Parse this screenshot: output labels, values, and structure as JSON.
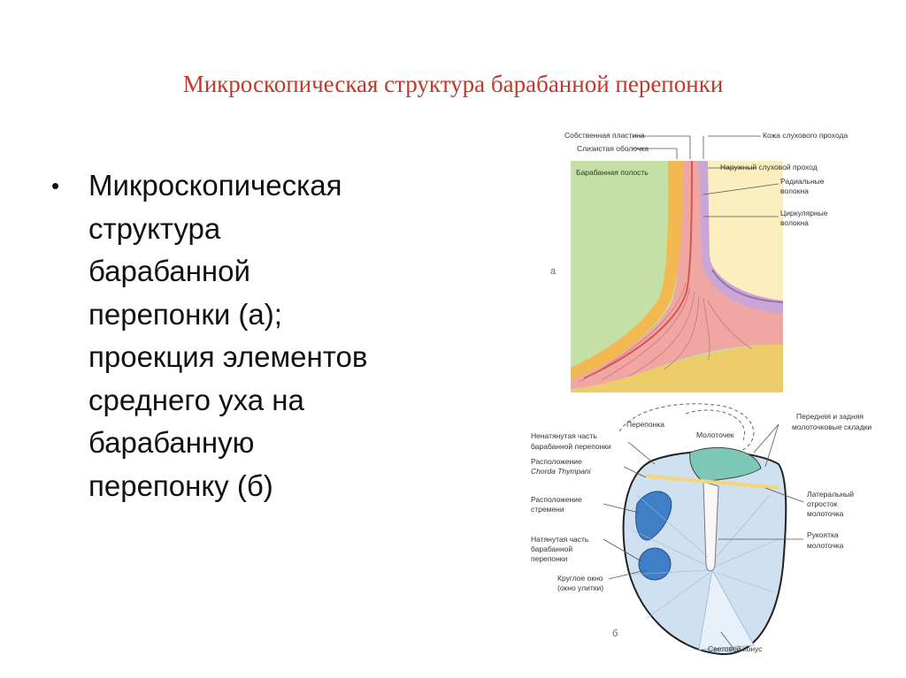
{
  "title": "Микроскопическая структура барабанной перепонки",
  "bullet": {
    "marker": "•",
    "lines": [
      "Микроскопическая",
      "структура",
      "барабанной",
      "перепонки (а);",
      "проекция элементов",
      "среднего уха на",
      "барабанную",
      "перепонку (б)"
    ]
  },
  "figure_a": {
    "letter": "а",
    "labels": {
      "own_plate": "Собственная пластина",
      "mucosa": "Слизистая оболочка",
      "tympanic_cavity": "Барабанная полость",
      "ear_canal_skin": "Кожа слухового прохода",
      "external_canal": "Наружный слуховой проход",
      "radial_1": "Радиальные",
      "radial_2": "волокна",
      "circular_1": "Циркулярные",
      "circular_2": "волокна"
    }
  },
  "figure_b": {
    "letter": "б",
    "labels": {
      "membrane": "Перепонка",
      "malleus": "Молоточек",
      "folds_1": "Передняя и задняя",
      "folds_2": "молоточковые складки",
      "flaccid_1": "Ненатянутая часть",
      "flaccid_2": "барабанной перепонки",
      "chorda_1": "Расположение",
      "chorda_2": "Chorda Thympani",
      "stapes_1": "Расположение",
      "stapes_2": "стремени",
      "tense_1": "Натянутая часть",
      "tense_2": "барабанной",
      "tense_3": "перепонки",
      "window_1": "Круглое окно",
      "window_2": "(окно улитки)",
      "lateral_1": "Латеральный",
      "lateral_2": "отросток",
      "lateral_3": "молоточка",
      "handle_1": "Рукоятка",
      "handle_2": "молоточка",
      "cone": "Световой конус"
    }
  },
  "colors": {
    "title": "#c0392b",
    "cavity": "#c5e0a5",
    "canal": "#fbefc0",
    "bone": "#f0cf6b",
    "mucosa": "#f1c36a",
    "radial": "#f0a7a4",
    "skin": "#c9a6d6",
    "membrane_b": "#cfe0f0",
    "malleus_b": "#7dc7b6",
    "stapes_b": "#3f7fc6"
  }
}
